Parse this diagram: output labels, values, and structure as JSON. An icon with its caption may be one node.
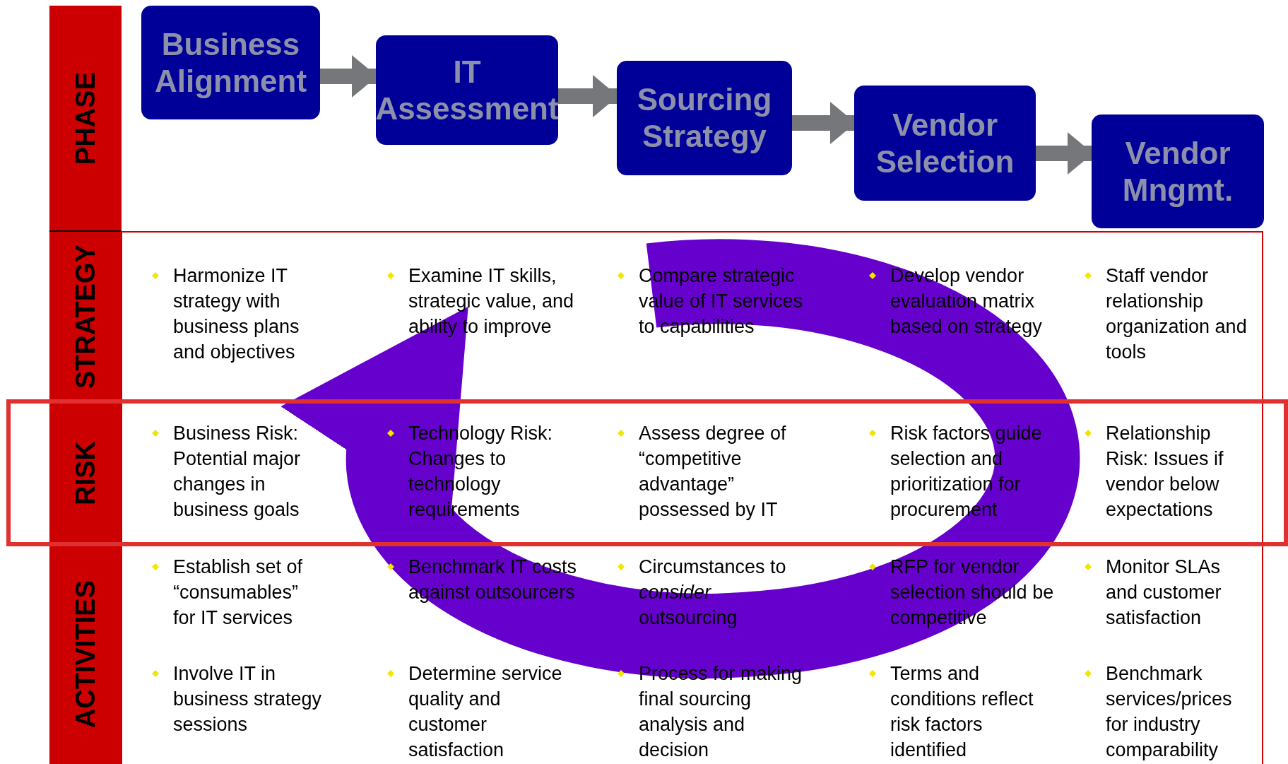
{
  "diagram": {
    "nodes": [
      {
        "text": [
          "Business Alignment"
        ]
      },
      {
        "text": [
          "IT Assessment"
        ]
      },
      {
        "text": [
          "Sourcing Strategy"
        ]
      },
      {
        "text": [
          "Vendor Selection"
        ]
      },
      {
        "text": [
          "Vendor Mngmt."
        ]
      }
    ],
    "edges": [
      {
        "from": 0,
        "to": 1,
        "arrow": "to"
      },
      {
        "from": 1,
        "to": 2,
        "arrow": "to"
      },
      {
        "from": 2,
        "to": 3,
        "arrow": "to"
      },
      {
        "from": 3,
        "to": 4,
        "arrow": "to"
      }
    ],
    "labels": [
      "PHASE",
      "STRATEGY",
      "Harmonize IT strategy with business plans and objectives",
      "Examine IT skills, strategic value, and ability to improve",
      "Compare strategic value of IT services to capabilities",
      "Develop vendor evaluation matrix based on strategy",
      "Staff vendor relationship organization and tools",
      "RISK",
      "Business Risk: Potential major changes in business goals",
      "Technology Risk: Changes to technology requirements",
      "Assess degree of “competitive advantage” possessed by IT",
      "Risk factors guide selection and prioritization for procurement",
      "Relationship Risk: Issues if vendor below expectations",
      "ACTIVITIES",
      "Establish set of “consumables” for IT services",
      "Benchmark IT costs against outsourcers",
      "Circumstances to *consider* outsourcing",
      "RFP for vendor selection should be competitive",
      "Monitor SLAs and customer satisfaction",
      "Involve IT in business strategy sessions",
      "Determine service quality and customer satisfaction",
      "Process for making final sourcing analysis and decision",
      "Terms and conditions reflect risk factors identified",
      "Benchmark services/prices for industry comparability"
    ]
  }
}
